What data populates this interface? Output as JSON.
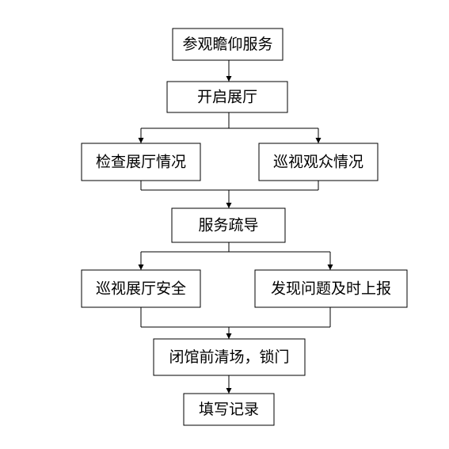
{
  "diagram": {
    "nodes": [
      {
        "id": "n1",
        "label": "参观瞻仰服务"
      },
      {
        "id": "n2",
        "label": "开启展厅"
      },
      {
        "id": "n3a",
        "label": "检查展厅情况"
      },
      {
        "id": "n3b",
        "label": "巡视观众情况"
      },
      {
        "id": "n4",
        "label": "服务疏导"
      },
      {
        "id": "n5a",
        "label": "巡视展厅安全"
      },
      {
        "id": "n5b",
        "label": "发现问题及时上报"
      },
      {
        "id": "n6",
        "label": "闭馆前清场，锁门"
      },
      {
        "id": "n7",
        "label": "填写记录"
      }
    ],
    "edges": [
      {
        "from": "n1",
        "to": "n2"
      },
      {
        "from": "n2",
        "to": "n3a"
      },
      {
        "from": "n2",
        "to": "n3b"
      },
      {
        "from": "n3a",
        "to": "n4"
      },
      {
        "from": "n3b",
        "to": "n4"
      },
      {
        "from": "n4",
        "to": "n5a"
      },
      {
        "from": "n4",
        "to": "n5b"
      },
      {
        "from": "n5a",
        "to": "n6"
      },
      {
        "from": "n5b",
        "to": "n6"
      },
      {
        "from": "n6",
        "to": "n7"
      }
    ]
  }
}
